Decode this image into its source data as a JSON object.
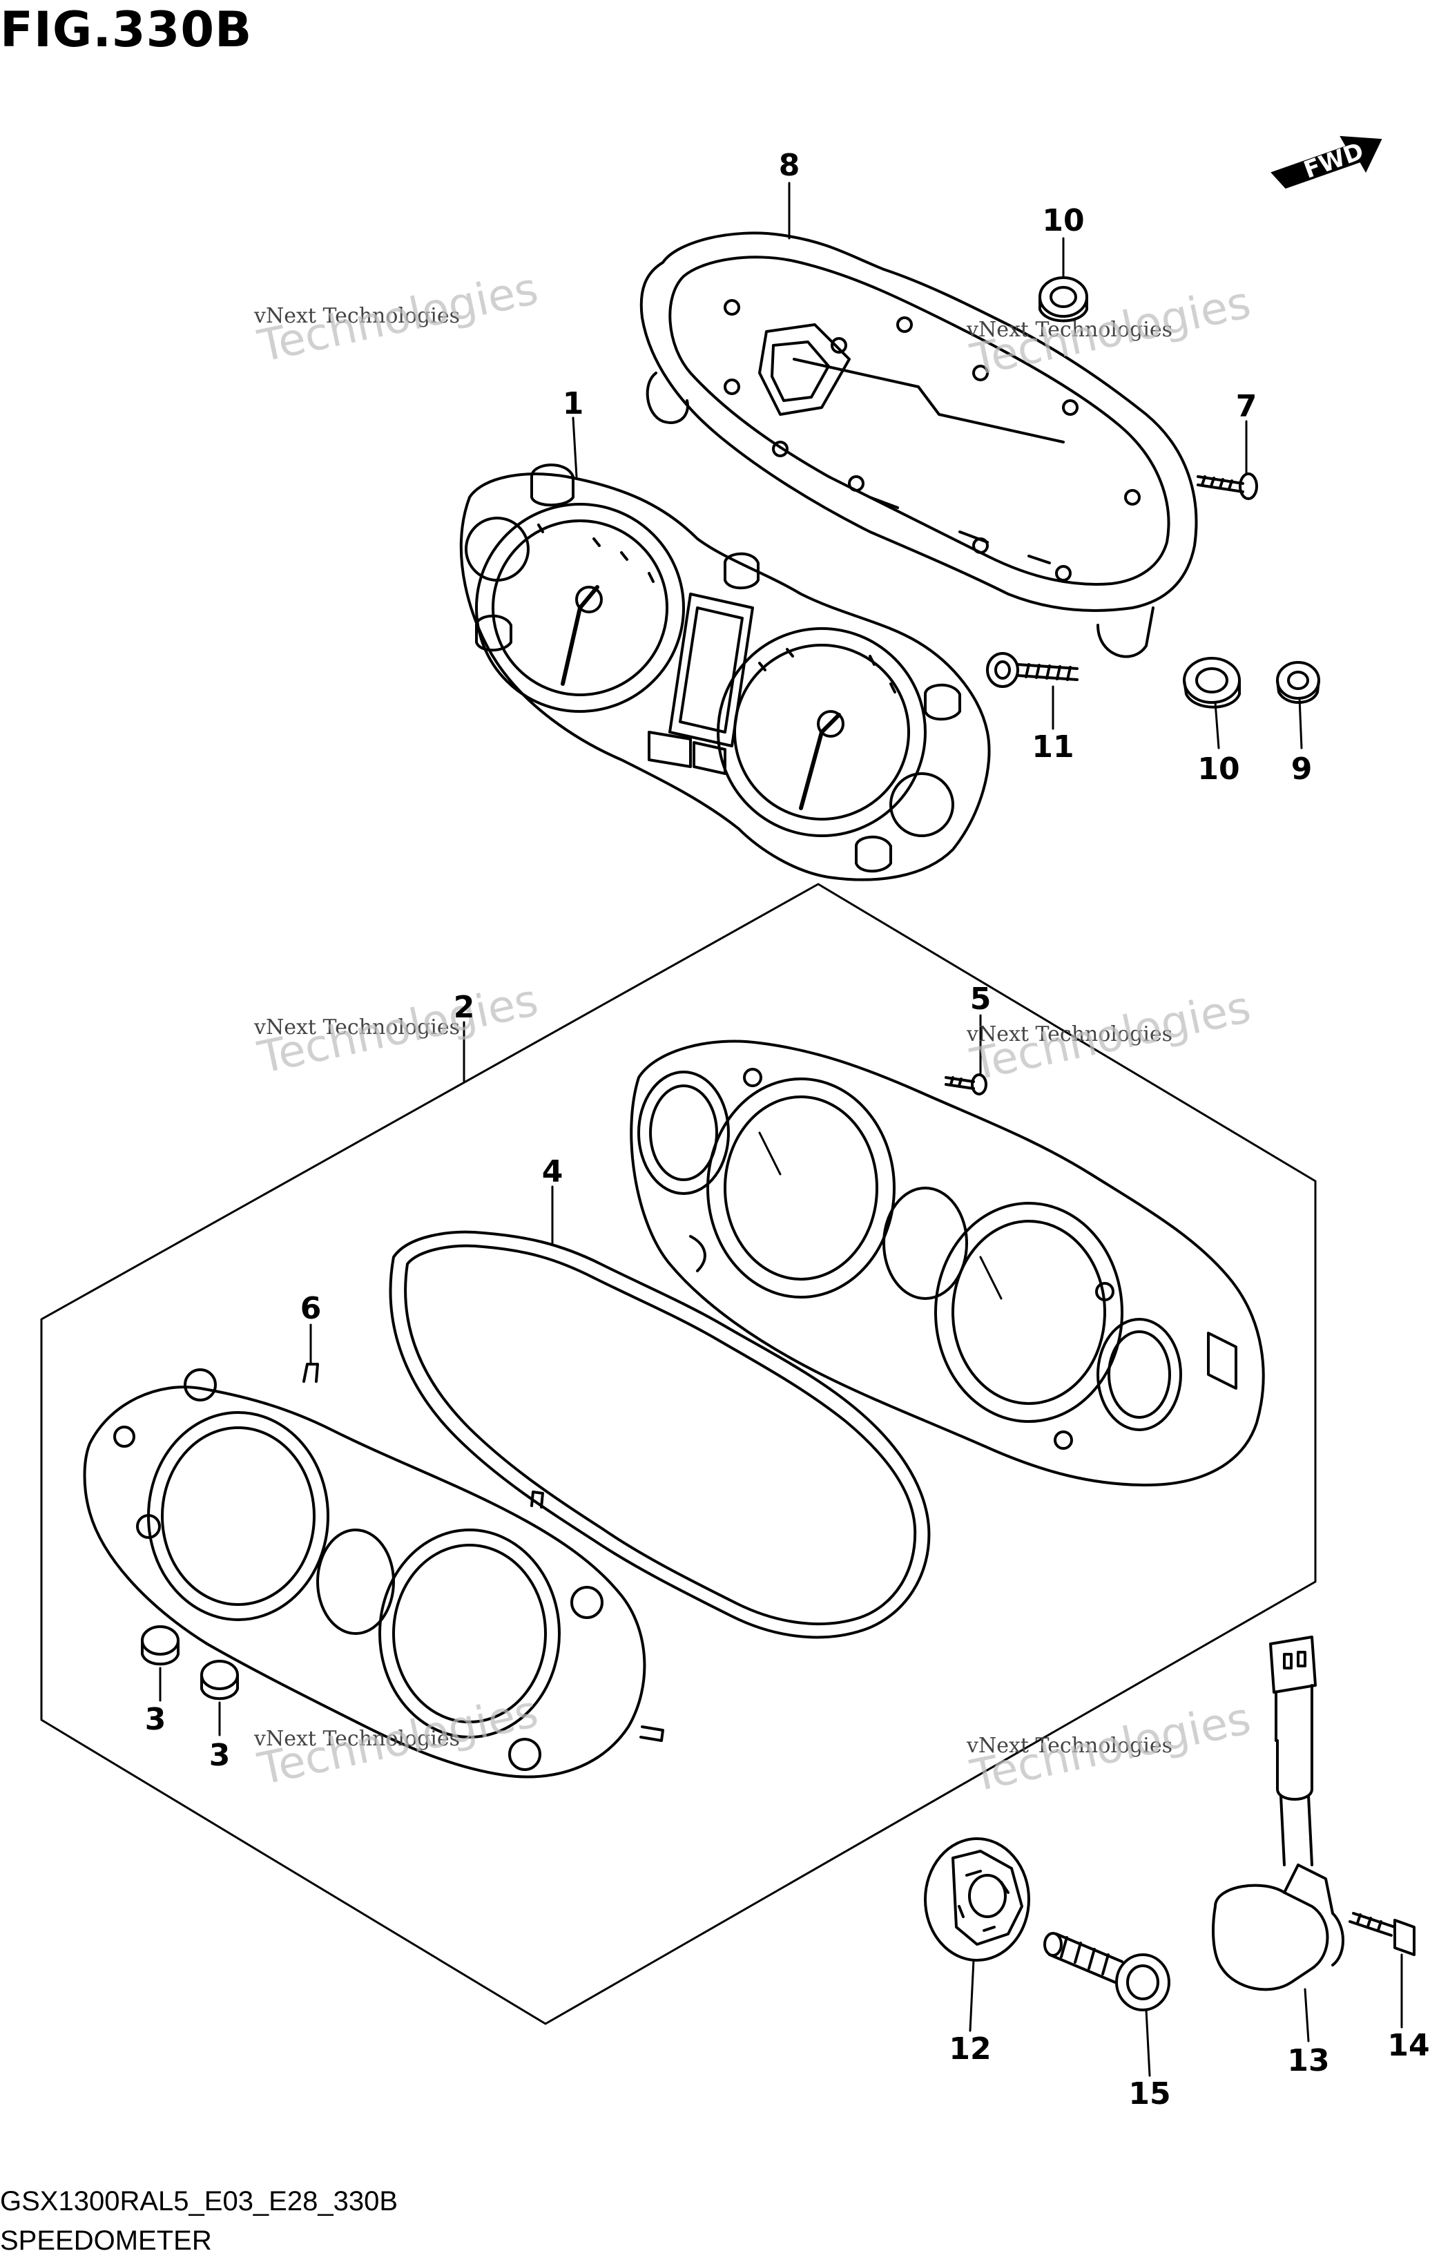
{
  "figure": {
    "title": "FIG.330B",
    "code": "GSX1300RAL5_E03_E28_330B",
    "name": "SPEEDOMETER",
    "direction_label": "FWD"
  },
  "watermark": {
    "line1": "vNext Technologies",
    "line2": "Technologies",
    "line3": "vNext"
  },
  "callouts": [
    {
      "id": "8",
      "label": "8"
    },
    {
      "id": "10a",
      "label": "10"
    },
    {
      "id": "1",
      "label": "1"
    },
    {
      "id": "7",
      "label": "7"
    },
    {
      "id": "11",
      "label": "11"
    },
    {
      "id": "10b",
      "label": "10"
    },
    {
      "id": "9",
      "label": "9"
    },
    {
      "id": "2",
      "label": "2"
    },
    {
      "id": "5",
      "label": "5"
    },
    {
      "id": "4",
      "label": "4"
    },
    {
      "id": "6",
      "label": "6"
    },
    {
      "id": "3a",
      "label": "3"
    },
    {
      "id": "3b",
      "label": "3"
    },
    {
      "id": "12",
      "label": "12"
    },
    {
      "id": "15",
      "label": "15"
    },
    {
      "id": "13",
      "label": "13"
    },
    {
      "id": "14",
      "label": "14"
    }
  ]
}
